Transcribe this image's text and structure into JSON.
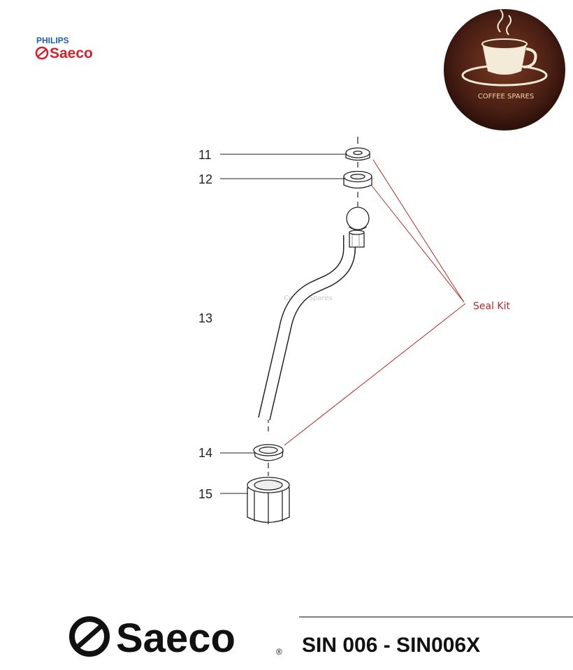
{
  "header": {
    "philips_label": "PHILIPS",
    "saeco_label": "Saeco",
    "badge_label": "COFFEE SPARES"
  },
  "diagram": {
    "watermark": "Coffee Spares",
    "callouts": [
      {
        "number": "11",
        "part": "seal-small"
      },
      {
        "number": "12",
        "part": "seal-large"
      },
      {
        "number": "13",
        "part": "steam-pipe"
      },
      {
        "number": "14",
        "part": "seal-ring"
      },
      {
        "number": "15",
        "part": "nut"
      }
    ],
    "seal_kit_label": "Seal Kit"
  },
  "footer": {
    "brand": "Saeco",
    "registered": "®",
    "model": "SIN 006 - SIN006X"
  },
  "colors": {
    "seal_kit_lines": "#b22a2a",
    "philips_blue": "#1f5fa8",
    "saeco_red": "#d4202a",
    "badge_brown": "#4a1f14"
  }
}
